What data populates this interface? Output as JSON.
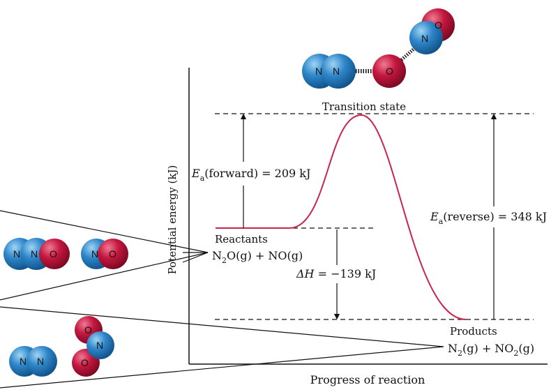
{
  "diagram": {
    "y_axis_label": "Potential energy (kJ)",
    "x_axis_label": "Progress of reaction",
    "transition_state_label": "Transition state",
    "ea_forward": {
      "symbol": "E",
      "subscript": "a",
      "text": "(forward) = 209 kJ"
    },
    "ea_reverse": {
      "symbol": "E",
      "subscript": "a",
      "text": "(reverse) = 348 kJ"
    },
    "delta_h": {
      "symbol": "ΔH",
      "text": " = −139 kJ"
    },
    "reactants": {
      "label": "Reactants",
      "formula": {
        "a": "N",
        "a_sub": "2",
        "b": "O(g) + NO(g)"
      }
    },
    "products": {
      "label": "Products",
      "formula": {
        "a": "N",
        "a_sub": "2",
        "b": "(g) + NO",
        "b_sub": "2",
        "c": "(g)"
      }
    },
    "energy_values_kj": {
      "ea_forward": 209,
      "ea_reverse": 348,
      "delta_h": -139
    }
  },
  "molecules": {
    "transition_state": [
      "N",
      "N",
      "O",
      "N",
      "O"
    ],
    "n2o": [
      "N",
      "N",
      "O"
    ],
    "no": [
      "N",
      "O"
    ],
    "n2": [
      "N",
      "N"
    ],
    "no2": [
      "O",
      "N",
      "O"
    ]
  },
  "colors": {
    "curve": "#c8254a",
    "nitrogen": "#2e86c9",
    "oxygen": "#c4173f",
    "lines": "#111111"
  }
}
